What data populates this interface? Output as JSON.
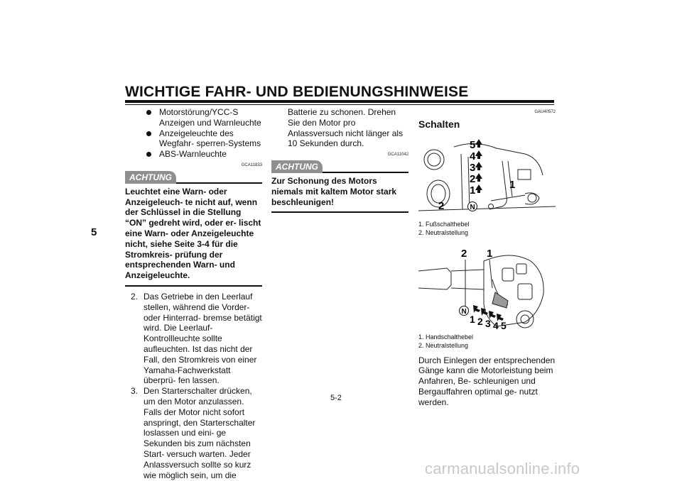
{
  "header": {
    "title": "WICHTIGE FAHR- UND BEDIENUNGSHINWEISE",
    "chapter": "5"
  },
  "col1": {
    "bullets": [
      "Motorstörung/YCC-S Anzeigen und Warnleuchte",
      "Anzeigeleuchte des Wegfahr- sperren-Systems",
      "ABS-Warnleuchte"
    ],
    "code": "GCA11833",
    "achtung_label": "ACHTUNG",
    "achtung_text": "Leuchtet eine Warn- oder Anzeigeleuch- te nicht auf, wenn der Schlüssel in die Stellung “ON” gedreht wird, oder er- lischt eine Warn- oder Anzeigeleuchte nicht, siehe Seite 3-4 für die Stromkreis- prüfung der entsprechenden Warn- und Anzeigeleuchte.",
    "steps": [
      {
        "num": "2.",
        "text": "Das Getriebe in den Leerlauf stellen, während die Vorder- oder Hinterrad- bremse betätigt wird. Die Leerlauf- Kontrollleuchte sollte aufleuchten. Ist das nicht der Fall, den Stromkreis von einer Yamaha-Fachwerkstatt überprü- fen lassen."
      },
      {
        "num": "3.",
        "text": "Den Starterschalter drücken, um den Motor anzulassen. Falls der Motor nicht sofort anspringt, den Starterschalter loslassen und eini- ge Sekunden bis zum nächsten Start- versuch warten. Jeder Anlassversuch sollte so kurz wie möglich sein, um die"
      }
    ]
  },
  "col2": {
    "text": "Batterie zu schonen. Drehen Sie den Motor pro Anlassversuch nicht länger als 10 Sekunden durch.",
    "code": "GCA11042",
    "achtung_label": "ACHTUNG",
    "achtung_text": "Zur Schonung des Motors niemals mit kaltem Motor stark beschleunigen!"
  },
  "col3": {
    "code": "GAU40572",
    "section_title": "Schalten",
    "fig1": {
      "captions": [
        "1. Fußschalthebel",
        "2. Neutralstellung"
      ],
      "gear_labels": [
        "5",
        "4",
        "3",
        "2",
        "1",
        "N"
      ],
      "callouts": [
        "1",
        "2"
      ]
    },
    "fig2": {
      "captions": [
        "1. Handschalthebel",
        "2. Neutralstellung"
      ],
      "gear_labels": [
        "N",
        "1",
        "2",
        "3",
        "4",
        "5"
      ],
      "callouts": [
        "2",
        "1"
      ]
    },
    "body": "Durch Einlegen der entsprechenden Gänge kann die Motorleistung beim Anfahren, Be- schleunigen und Bergauffahren optimal ge- nutzt werden."
  },
  "footer": {
    "page": "5-2",
    "watermark": "carmanualsonline.info"
  }
}
